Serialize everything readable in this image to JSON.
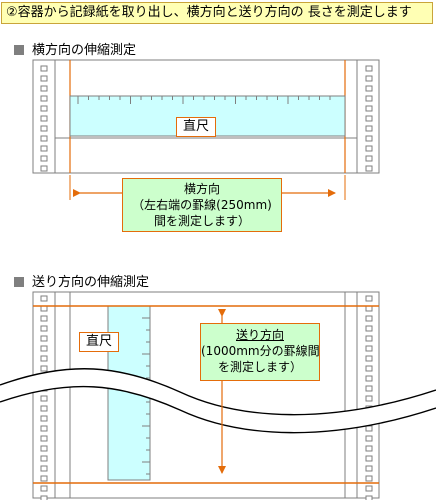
{
  "title": "②容器から記録紙を取り出し、横方向と送り方向の 長さを測定します",
  "section1": {
    "heading": "横方向の伸縮測定",
    "ruler_label": "直尺",
    "measure_label": {
      "line1": "横方向",
      "line2": "（左右端の罫線(250mm)",
      "line3": "間を測定します）"
    }
  },
  "section2": {
    "heading": "送り方向の伸縮測定",
    "ruler_label": "直尺",
    "measure_label": {
      "line1": "送り方向",
      "line2": "(1000mm分の罫線間",
      "line3": "を測定します）"
    }
  },
  "colors": {
    "orange": "#e46c0a",
    "ruler_fill": "#ccffff",
    "label_fill": "#ccffcc",
    "title_fill": "#ffffb4",
    "paper_line": "#7f7f7f"
  }
}
